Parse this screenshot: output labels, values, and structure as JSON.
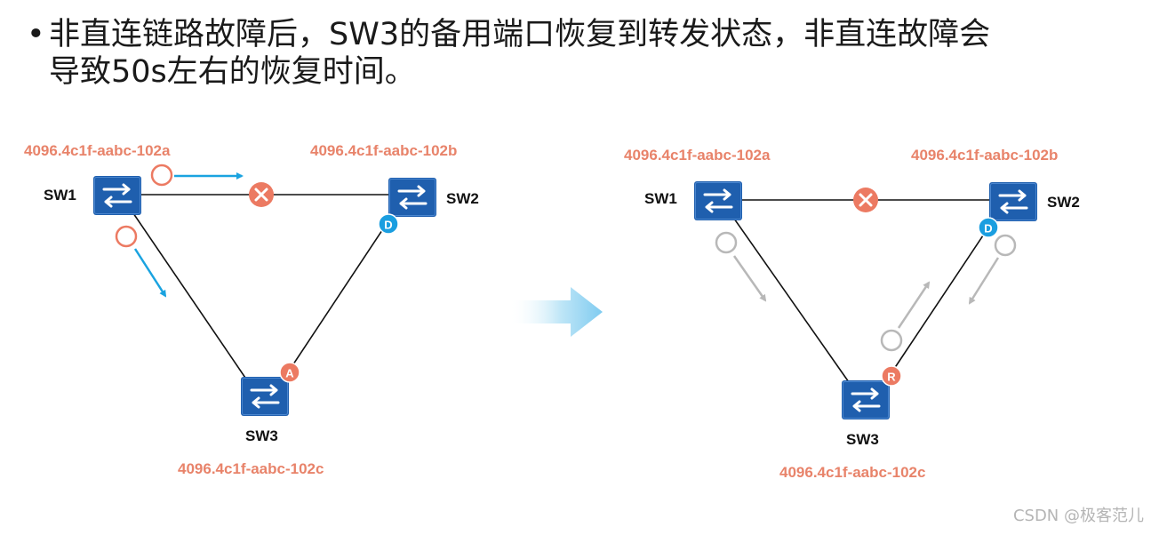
{
  "slide": {
    "bullet_symbol": "•",
    "bullet_line1": "非直连链路故障后，SW3的备用端口恢复到转发状态，非直连故障会",
    "bullet_line2": "导致50s左右的恢复时间。"
  },
  "left_topology": {
    "sw1_label": "SW1",
    "sw2_label": "SW2",
    "sw3_label": "SW3",
    "sw1_bridge_id": "4096.4c1f-aabc-102a",
    "sw2_bridge_id": "4096.4c1f-aabc-102b",
    "sw3_bridge_id": "4096.4c1f-aabc-102c",
    "sw2_port_badge": "D",
    "sw3_port_badge": "A"
  },
  "right_topology": {
    "sw1_label": "SW1",
    "sw2_label": "SW2",
    "sw3_label": "SW3",
    "sw1_bridge_id": "4096.4c1f-aabc-102a",
    "sw2_bridge_id": "4096.4c1f-aabc-102b",
    "sw3_bridge_id": "4096.4c1f-aabc-102c",
    "sw2_port_badge": "D",
    "sw3_port_badge": "R"
  },
  "colors": {
    "switch_blue": "#1f5fae",
    "bridge_id_orange": "#e8836a",
    "fault_red": "#ec7a62",
    "arrow_blue": "#1aa3e0",
    "arrow_gray": "#b8b8b8",
    "badge_blue": "#1a9ee0",
    "badge_orange": "#ec7a62"
  },
  "watermark": "CSDN @极客范儿"
}
